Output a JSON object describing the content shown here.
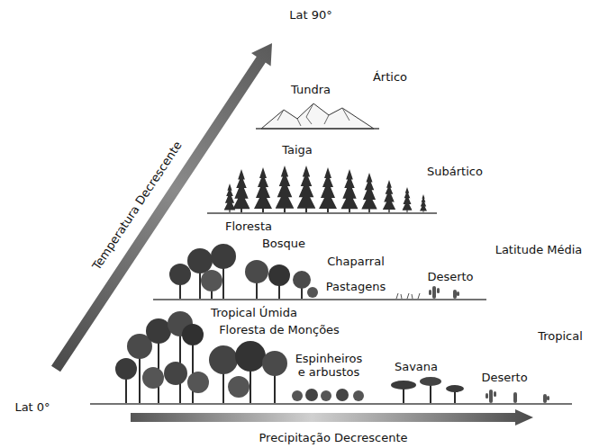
{
  "diagram": {
    "nodes": [
      {
        "text": [
          "Ártico",
          "Tundra"
        ]
      },
      {
        "text": [
          "Subártico",
          "Taiga"
        ]
      },
      {
        "text": [
          "Latitude Média",
          "Floresta",
          "Bosque",
          "Chaparral",
          "Pastagens",
          "Deserto"
        ]
      },
      {
        "text": [
          "Tropical",
          "Tropical Úmida",
          "Floresta de Monções",
          "Espinheiros e arbustos",
          "Savana",
          "Deserto"
        ]
      }
    ],
    "labels": [
      "Lat 90°",
      "Temperatura Decrescente",
      "Lat 0°",
      "Precipitação Decrescente"
    ]
  }
}
